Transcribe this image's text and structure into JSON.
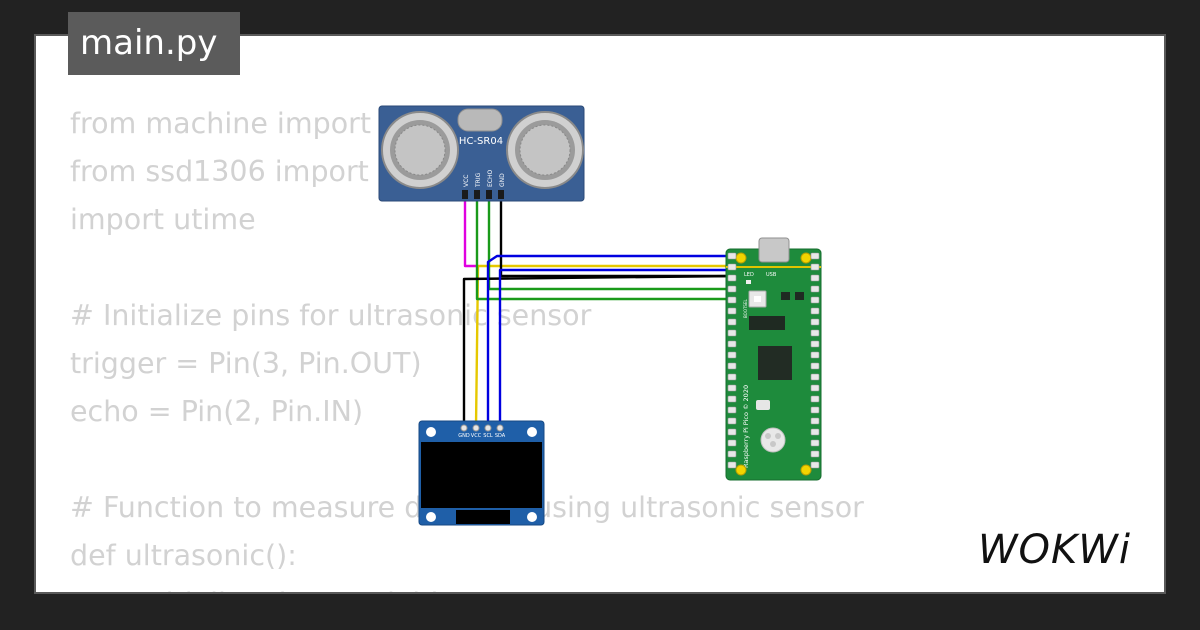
{
  "tab": {
    "label": "main.py"
  },
  "code_lines": [
    "from machine import Pin, I2C",
    "from ssd1306 import SSD1306_I2C",
    "import utime",
    "",
    "# Initialize pins for ultrasonic sensor",
    "trigger = Pin(3, Pin.OUT)",
    "echo = Pin(2, Pin.IN)",
    "",
    "# Function to measure distance using ultrasonic sensor",
    "def ultrasonic():",
    "    # Initialize time variables"
  ],
  "sensor": {
    "model": "HC-SR04",
    "pins": [
      "VCC",
      "TRIG",
      "ECHO",
      "GND"
    ]
  },
  "oled": {
    "pins": [
      "GND",
      "VCC",
      "SCL",
      "SDA"
    ]
  },
  "pico": {
    "label": "Raspberry Pi Pico © 2020",
    "led_label": "LED",
    "usb_label": "USB",
    "bootsel_label": "BOOTSEL"
  },
  "logo": "WOKWi",
  "colors": {
    "background": "#222222",
    "card": "#ffffff",
    "tab": "#5b5b5b",
    "code_text": "#d2d2d2",
    "board_blue": "#3a5f94",
    "pico_green": "#1e8b3c",
    "oled_blue": "#1f5fa8",
    "wire_magenta": "#e000e0",
    "wire_yellow": "#e6c800",
    "wire_green": "#1a9a1a",
    "wire_black": "#000000",
    "wire_blue": "#0000e0"
  }
}
